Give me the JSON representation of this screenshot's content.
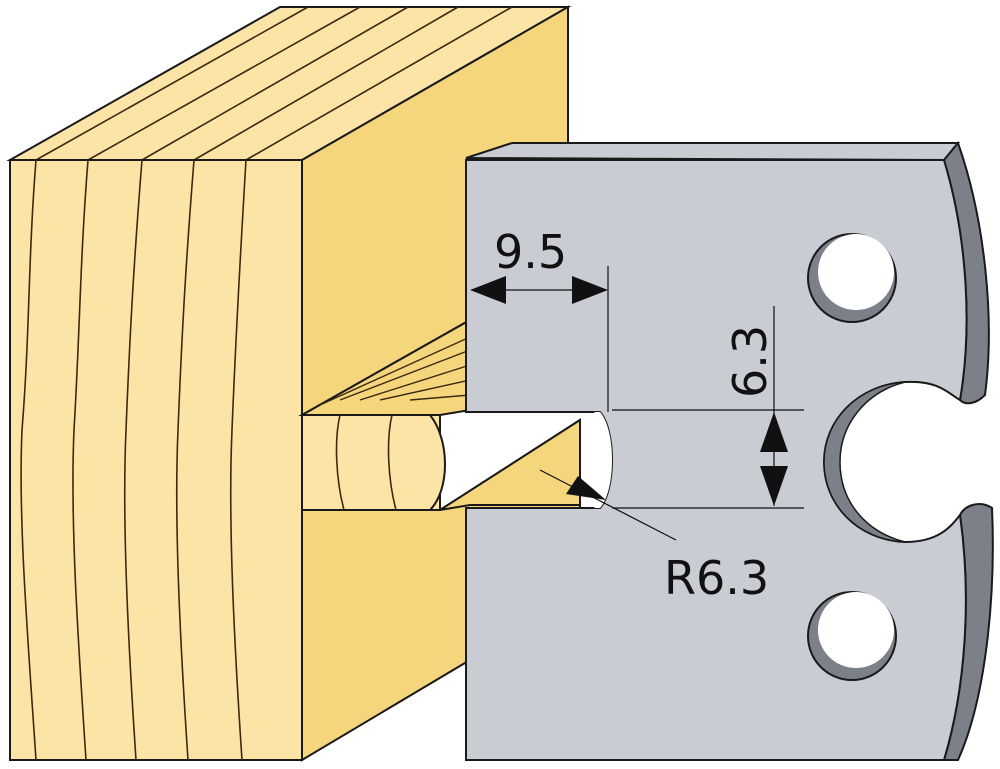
{
  "dimensions": {
    "groove_depth": "9.5",
    "groove_width": "6.3",
    "radius": "R6.3"
  },
  "colors": {
    "wood_face": "#fbe4a6",
    "wood_side": "#f6d67c",
    "wood_grain": "#3a2a10",
    "steel_face": "#c9ccd3",
    "steel_edge": "#7c8089",
    "outline": "#1a1a1a"
  }
}
